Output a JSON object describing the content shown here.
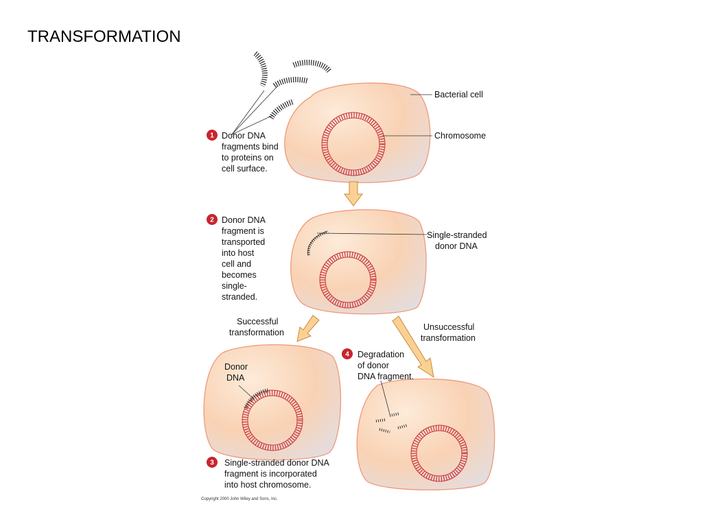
{
  "title": "TRANSFORMATION",
  "colors": {
    "cell_fill": "#f9d2b4",
    "cell_highlight": "#fdebd9",
    "cell_shadow": "#dcdde2",
    "cell_stroke": "#f09878",
    "chromosome": "#c63643",
    "dna": "#333333",
    "arrow_fill": "#fbd193",
    "arrow_stroke": "#c58a3e",
    "step_badge": "#c8242f"
  },
  "labels": {
    "bacterial_cell": "Bacterial cell",
    "chromosome": "Chromosome",
    "single_stranded_1": "Single-stranded",
    "single_stranded_2": "donor DNA",
    "successful_1": "Successful",
    "successful_2": "transformation",
    "unsuccessful_1": "Unsuccessful",
    "unsuccessful_2": "transformation",
    "donor_1": "Donor",
    "donor_2": "DNA",
    "copyright": "Copyright 2000 John Wiley and Sons, Inc."
  },
  "steps": [
    {
      "number": "1",
      "lines": [
        "Donor DNA",
        "fragments bind",
        "to proteins on",
        "cell surface."
      ]
    },
    {
      "number": "2",
      "lines": [
        "Donor DNA",
        "fragment is",
        "transported",
        "into host",
        "cell and",
        "becomes",
        "single-",
        "stranded."
      ]
    },
    {
      "number": "3",
      "lines": [
        "Single-stranded donor DNA",
        "fragment is incorporated",
        "into host chromosome."
      ]
    },
    {
      "number": "4",
      "lines": [
        "Degradation",
        "of donor",
        "DNA fragment."
      ]
    }
  ]
}
